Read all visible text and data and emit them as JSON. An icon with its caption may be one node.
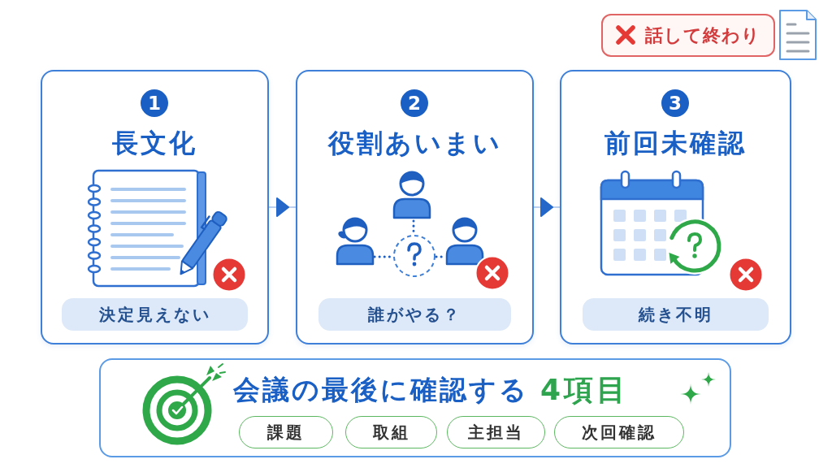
{
  "diagram": {
    "nodes": [
      {
        "text": [
          "話して終わり"
        ]
      },
      {
        "text": [
          "長文化"
        ]
      },
      {
        "text": [
          "1"
        ],
        "in": 1
      },
      {
        "text": [
          "決定見えない"
        ],
        "in": 1
      },
      {
        "text": [
          "役割あいまい"
        ]
      },
      {
        "text": [
          "2"
        ],
        "in": 4
      },
      {
        "text": [
          "誰がやる？"
        ],
        "in": 4
      },
      {
        "text": [
          "前回未確認"
        ]
      },
      {
        "text": [
          "3"
        ],
        "in": 7
      },
      {
        "text": [
          "続き不明"
        ],
        "in": 7
      },
      {
        "text": [
          "会議の最後に確認する",
          "4項目"
        ]
      },
      {
        "text": [
          "課題"
        ],
        "in": 10
      },
      {
        "text": [
          "取組"
        ],
        "in": 10
      },
      {
        "text": [
          "主担当"
        ],
        "in": 10
      },
      {
        "text": [
          "次回確認"
        ],
        "in": 10
      }
    ],
    "edges": [
      {
        "from": 1,
        "to": 4,
        "arrow": "to"
      },
      {
        "from": 4,
        "to": 7,
        "arrow": "to"
      }
    ]
  }
}
